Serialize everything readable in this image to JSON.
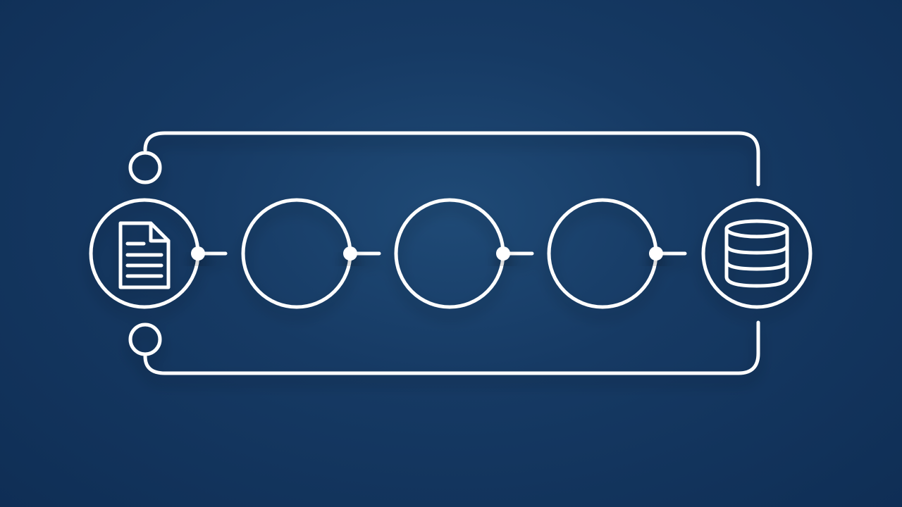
{
  "diagram": {
    "type": "pipeline",
    "nodes": [
      {
        "id": "source",
        "icon": "document-icon"
      },
      {
        "id": "step-1",
        "icon": ""
      },
      {
        "id": "step-2",
        "icon": ""
      },
      {
        "id": "step-3",
        "icon": ""
      },
      {
        "id": "sink",
        "icon": "database-icon"
      }
    ],
    "loop": {
      "from": "sink",
      "to": "source",
      "ports": [
        "top-port",
        "bottom-port"
      ]
    }
  },
  "colors": {
    "background_center": "#1f4a76",
    "background_edge": "#0f2e55",
    "line": "#ffffff"
  }
}
